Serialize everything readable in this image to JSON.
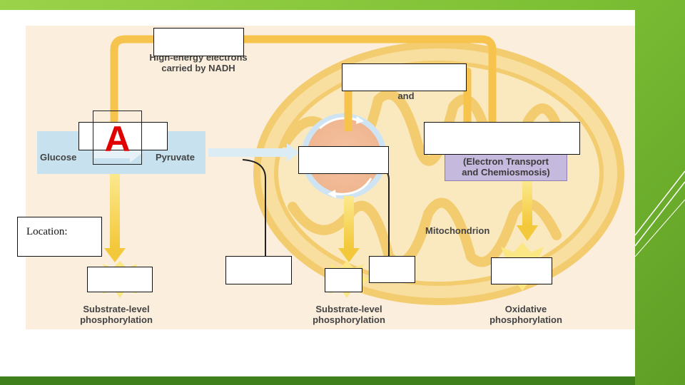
{
  "diagram": {
    "labels": {
      "nadh": "High-energy electrons\ncarried by NADH",
      "and": "and",
      "glucose": "Glucose",
      "pyruvate": "Pyruvate",
      "etc": "(Electron Transport\nand Chemiosmosis)",
      "mitochondrion": "Mitochondrion",
      "substrate_left": "Substrate-level\nphosphorylation",
      "substrate_mid": "Substrate-level\nphosphorylation",
      "oxidative": "Oxidative\nphosphorylation"
    },
    "letter_marker": "A",
    "location_label": "Location:",
    "colors": {
      "arrow_orange": "#f6c44d",
      "arrow_yellow": "#f7e26a",
      "mito_fill": "#f8dfa0",
      "mito_outline": "#f3cc6f",
      "cytosol_blue": "#c7e2ee",
      "etc_purple": "#c6b9de",
      "marker_red": "#e00000",
      "slide_green": "#7cbf34"
    }
  }
}
